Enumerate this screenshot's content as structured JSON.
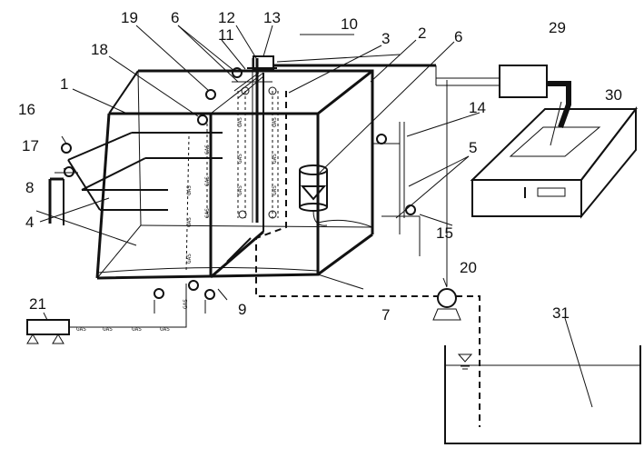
{
  "diagram": {
    "labels": {
      "n1": "1",
      "n2": "2",
      "n3": "3",
      "n4": "4",
      "n5": "5",
      "n6a": "6",
      "n6b": "6",
      "n7": "7",
      "n8": "8",
      "n9": "9",
      "n10": "10",
      "n11": "11",
      "n12": "12",
      "n13": "13",
      "n14": "14",
      "n15": "15",
      "n16": "16",
      "n17": "17",
      "n18": "18",
      "n19": "19",
      "n20": "20",
      "n21": "21",
      "n29": "29",
      "n30": "30",
      "n31": "31"
    },
    "pipe_text": "GAS",
    "colors": {
      "ink": "#111111",
      "background": "#ffffff"
    }
  }
}
